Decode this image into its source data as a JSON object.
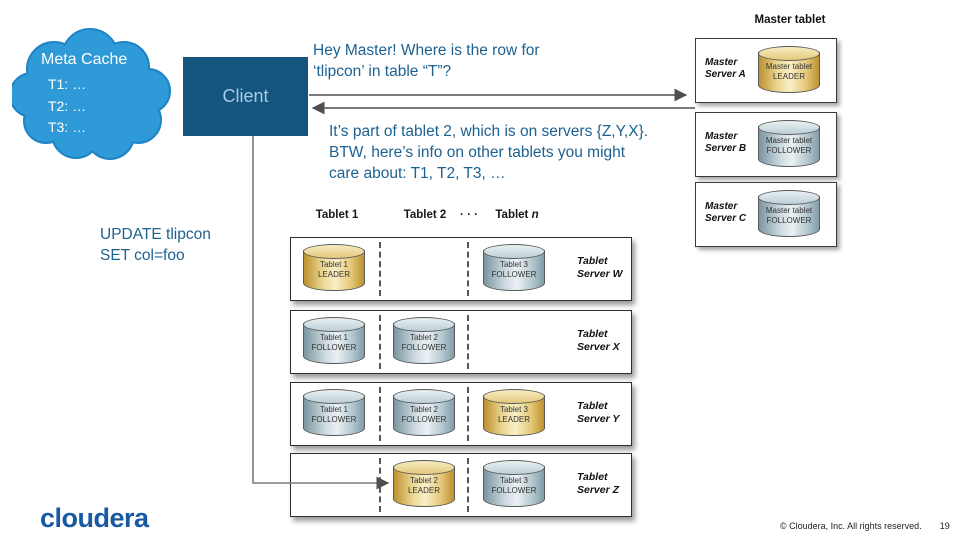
{
  "colors": {
    "annotation_blue": "#1d6190",
    "cloud_blue": "#2e9ad8",
    "client_box_blue": "#14547e",
    "leader_gold": "#e8cf8a",
    "follower_gray": "#c3d3da",
    "logo_blue": "#1959a1"
  },
  "cloud": {
    "title": "Meta Cache",
    "entries": [
      "T1: …",
      "T2: …",
      "T3: …"
    ]
  },
  "client": {
    "label": "Client"
  },
  "messages": {
    "request": [
      "Hey Master! Where is the row for",
      "‘tlipcon’ in table “T”?"
    ],
    "response": [
      "It’s part of tablet 2, which is on servers {Z,Y,X}.",
      "BTW, here’s info on other tablets you might",
      "care about: T1, T2, T3, …"
    ],
    "update": [
      "UPDATE tlipcon",
      "SET col=foo"
    ]
  },
  "master": {
    "title": "Master tablet",
    "servers": [
      {
        "name1": "Master",
        "name2": "Server A",
        "cyl1": "Master tablet",
        "cyl2": "LEADER",
        "role": "leader"
      },
      {
        "name1": "Master",
        "name2": "Server B",
        "cyl1": "Master tablet",
        "cyl2": "FOLLOWER",
        "role": "follower"
      },
      {
        "name1": "Master",
        "name2": "Server C",
        "cyl1": "Master tablet",
        "cyl2": "FOLLOWER",
        "role": "follower"
      }
    ]
  },
  "grid": {
    "headers": {
      "col1": "Tablet 1",
      "col2": "Tablet 2",
      "dots": "· · ·",
      "coln_prefix": "Tablet ",
      "coln_suffix": "n"
    },
    "rows": [
      {
        "label1": "Tablet",
        "label2": "Server W",
        "cells": [
          {
            "l1": "Tablet 1",
            "l2": "LEADER",
            "role": "leader"
          },
          null,
          {
            "l1": "Tablet 3",
            "l2": "FOLLOWER",
            "role": "follower"
          }
        ]
      },
      {
        "label1": "Tablet",
        "label2": "Server X",
        "cells": [
          {
            "l1": "Tablet 1",
            "l2": "FOLLOWER",
            "role": "follower"
          },
          {
            "l1": "Tablet 2",
            "l2": "FOLLOWER",
            "role": "follower"
          },
          null
        ]
      },
      {
        "label1": "Tablet",
        "label2": "Server Y",
        "cells": [
          {
            "l1": "Tablet 1",
            "l2": "FOLLOWER",
            "role": "follower"
          },
          {
            "l1": "Tablet 2",
            "l2": "FOLLOWER",
            "role": "follower"
          },
          {
            "l1": "Tablet 3",
            "l2": "LEADER",
            "role": "leader"
          }
        ]
      },
      {
        "label1": "Tablet",
        "label2": "Server Z",
        "cells": [
          null,
          {
            "l1": "Tablet 2",
            "l2": "LEADER",
            "role": "leader"
          },
          {
            "l1": "Tablet 3",
            "l2": "FOLLOWER",
            "role": "follower"
          }
        ]
      }
    ]
  },
  "footer": {
    "logo": "cloudera",
    "copyright": "© Cloudera, Inc. All rights reserved.",
    "page": "19"
  }
}
